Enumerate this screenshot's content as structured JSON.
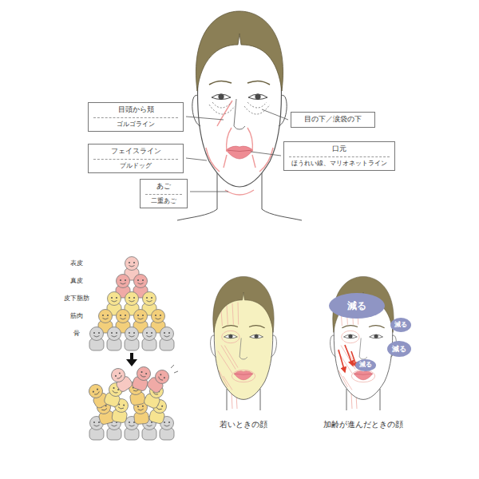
{
  "diagram": {
    "nodes": [
      {
        "text": [
          "目頭から頬",
          "ゴルゴライン"
        ]
      },
      {
        "text": [
          "目の下／涙袋の下"
        ]
      },
      {
        "text": [
          "フェイスライン",
          "ブルドッグ"
        ]
      },
      {
        "text": [
          "口元",
          "ほうれい線、マリオネットライン"
        ]
      },
      {
        "text": [
          "あご",
          "二重あご"
        ]
      },
      {
        "text": [
          "減る"
        ]
      },
      {
        "text": [
          "減る"
        ]
      },
      {
        "text": [
          "減る"
        ]
      },
      {
        "text": [
          "減る"
        ]
      }
    ],
    "labels": [
      "表皮",
      "真皮",
      "皮下脂肪",
      "筋肉",
      "骨",
      "若いときの顔",
      "加齢が進んだときの顔"
    ]
  }
}
